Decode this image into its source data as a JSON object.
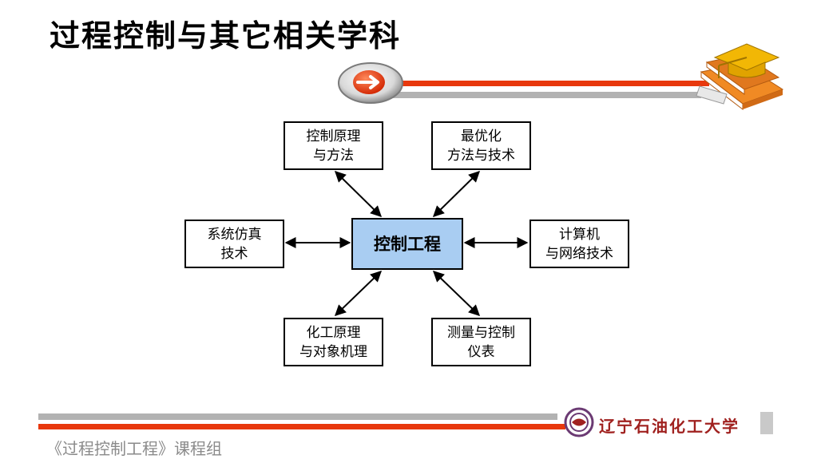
{
  "title": "过程控制与其它相关学科",
  "center": "控制工程",
  "nodes": {
    "control_theory": [
      "控制原理",
      "与方法"
    ],
    "optimization": [
      "最优化",
      "方法与技术"
    ],
    "simulation": [
      "系统仿真",
      "技术"
    ],
    "computer_network": [
      "计算机",
      "与网络技术"
    ],
    "chemical_mechanism": [
      "化工原理",
      "与对象机理"
    ],
    "measurement": [
      "测量与控制",
      "仪表"
    ]
  },
  "footer": {
    "course": "《过程控制工程》课程组",
    "university": "辽宁石油化工大学"
  },
  "colors": {
    "accent_red": "#e8380d",
    "gray_bar": "#b2b2b2",
    "center_fill": "#a9cdf2",
    "cap_gold": "#f2b705",
    "book_orange": "#f08a24",
    "university_red": "#a0211f"
  },
  "icons": [
    "arrow-button-icon",
    "graduation-cap-icon",
    "book-stack-icon",
    "university-seal-icon"
  ]
}
